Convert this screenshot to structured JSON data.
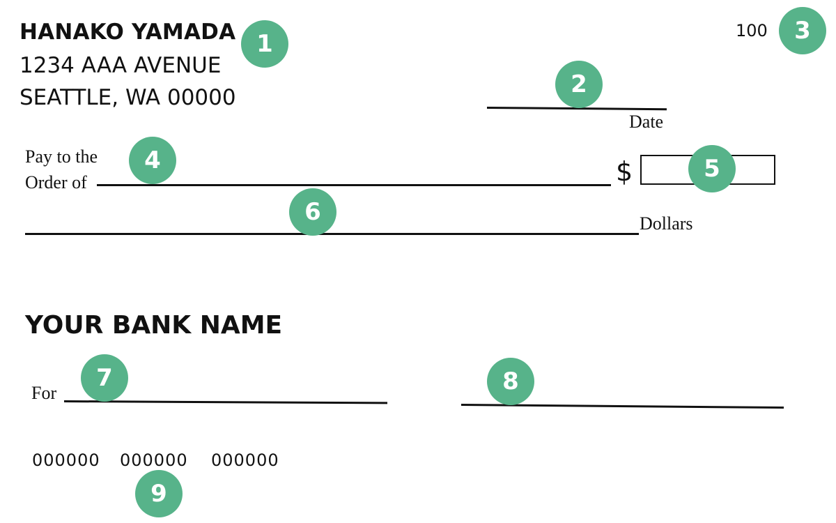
{
  "owner": {
    "name": "HANAKO YAMADA",
    "street": "1234 AAA AVENUE",
    "city": "SEATTLE, WA 00000"
  },
  "check_number": "100",
  "date": {
    "label": "Date"
  },
  "payee": {
    "label_line1": "Pay to the",
    "label_line2": "Order of"
  },
  "amount": {
    "currency_symbol": "$"
  },
  "written_amount": {
    "suffix": "Dollars"
  },
  "bank": {
    "name": "YOUR BANK NAME"
  },
  "memo": {
    "label": "For"
  },
  "micr": {
    "routing": "000000",
    "account": "000000",
    "check": "000000"
  },
  "badges": {
    "accent_color": "#57b38a",
    "labels": [
      "1",
      "2",
      "3",
      "4",
      "5",
      "6",
      "7",
      "8",
      "9"
    ]
  }
}
